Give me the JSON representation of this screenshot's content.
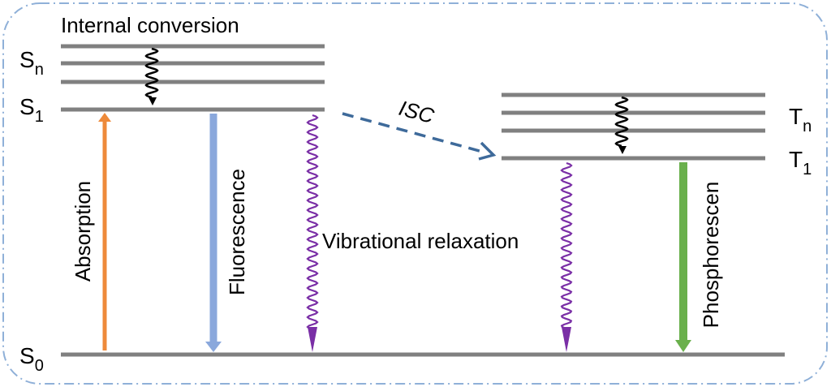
{
  "title": "Internal conversion",
  "singlet": {
    "sn": "S",
    "sn_sub": "n",
    "s1": "S",
    "s1_sub": "1",
    "s0": "S",
    "s0_sub": "0"
  },
  "triplet": {
    "tn": "T",
    "tn_sub": "n",
    "t1": "T",
    "t1_sub": "1"
  },
  "transitions": {
    "absorption": "Absorption",
    "fluorescence": "Fluorescence",
    "vibrational": "Vibrational relaxation",
    "isc": "ISC",
    "phosphorescence": "Phosphorescen"
  },
  "colors": {
    "level": "#808080",
    "border": "#8fb0d8",
    "absorption": "#ee8a3a",
    "fluorescence": "#8aa8dc",
    "vibrational": "#7a2fa6",
    "isc": "#3e6a9a",
    "phosphorescence": "#6ab04c",
    "wavy": "#000000"
  }
}
